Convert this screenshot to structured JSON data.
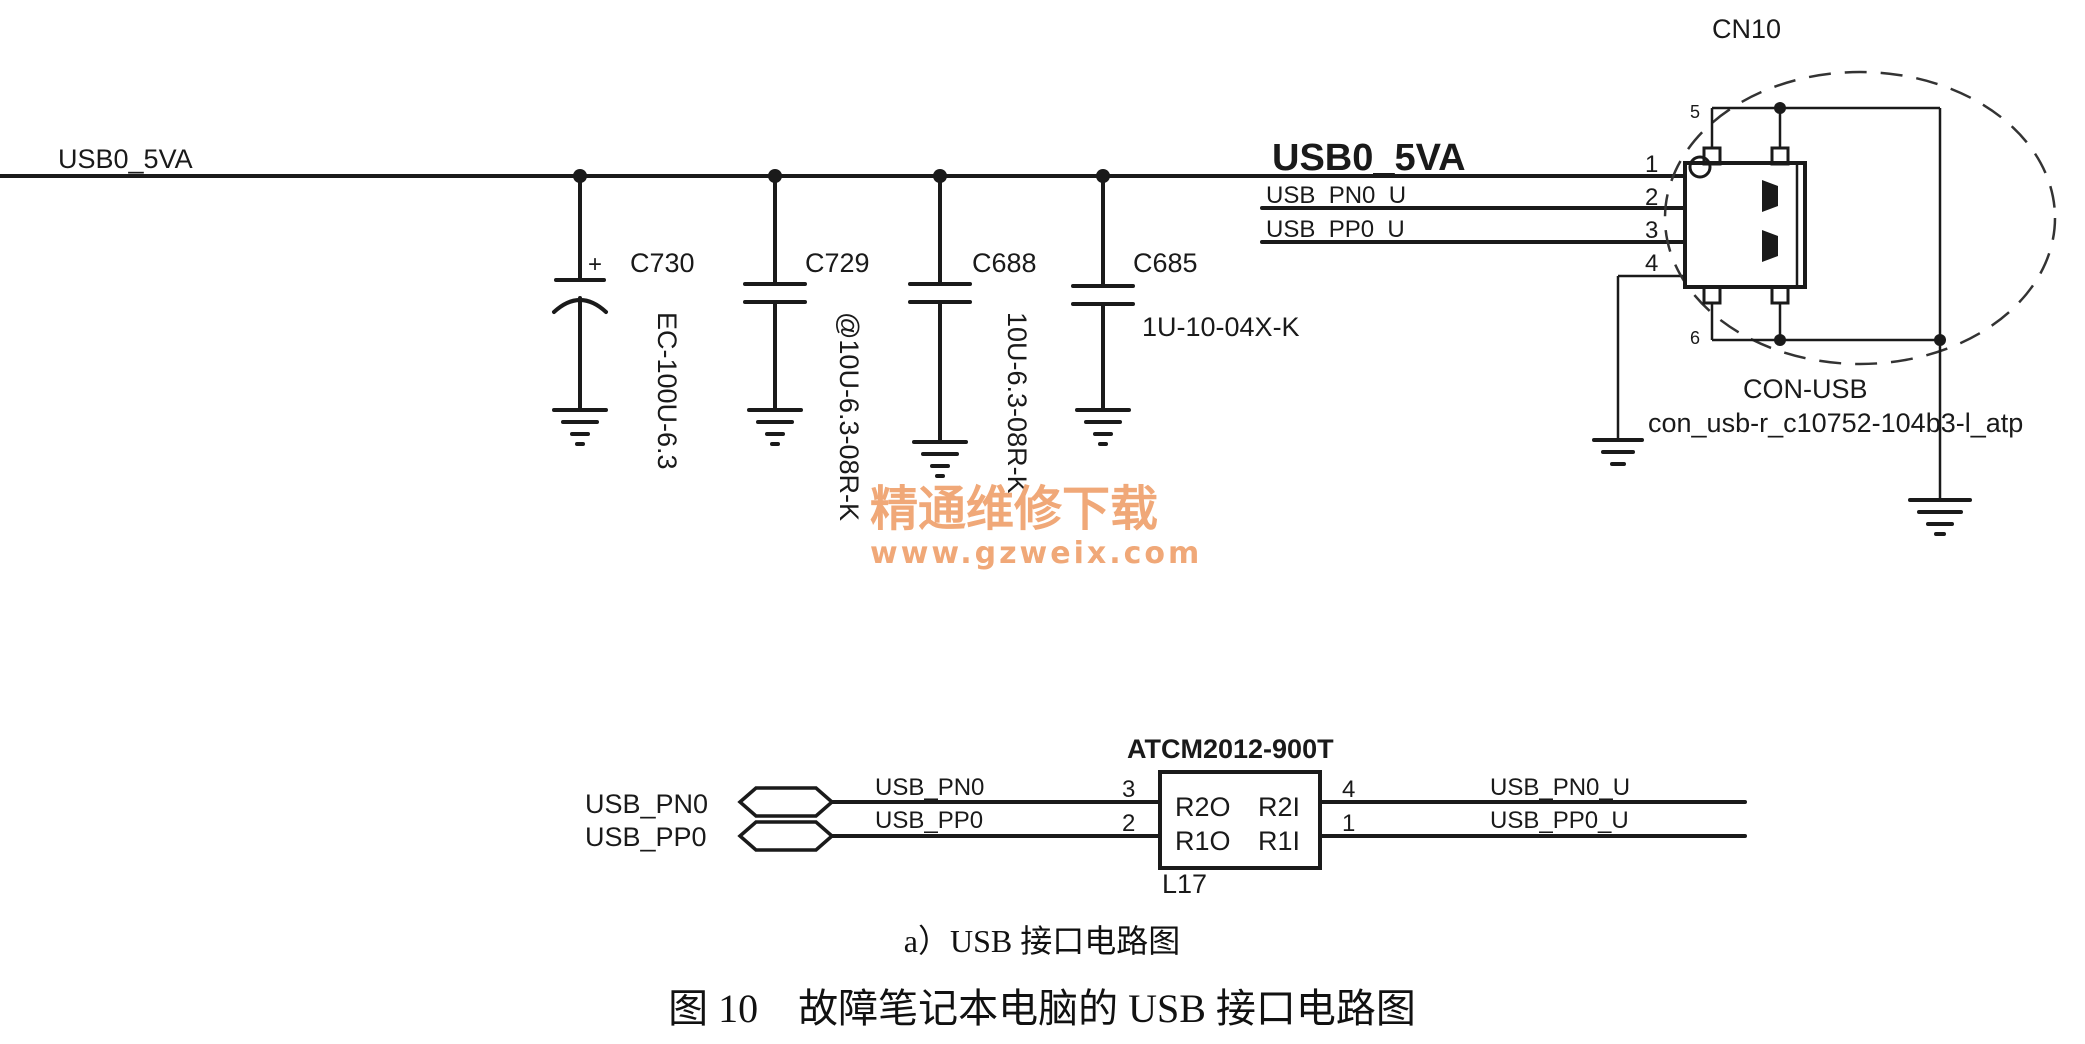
{
  "net_label_left": "USB0_5VA",
  "net_label_bus": "USB0_5VA",
  "capacitors": [
    {
      "ref": "C730",
      "value": "EC-100U-6.3",
      "polarized": true
    },
    {
      "ref": "C729",
      "value": "@10U-6.3-08R-K",
      "polarized": false
    },
    {
      "ref": "C688",
      "value": "10U-6.3-08R-K",
      "polarized": false
    },
    {
      "ref": "C685",
      "value": "1U-10-04X-K",
      "polarized": false
    }
  ],
  "connector": {
    "ref": "CN10",
    "type": "CON-USB",
    "footprint": "con_usb-r_c10752-104b3-l_atp",
    "pins": [
      "1",
      "2",
      "3",
      "4",
      "5",
      "6"
    ],
    "signals": [
      "USB_PN0_U",
      "USB_PP0_U"
    ]
  },
  "choke": {
    "part": "ATCM2012-900T",
    "ref": "L17",
    "pin_labels": [
      "R2O",
      "R2I",
      "R1O",
      "R1I"
    ],
    "pins": [
      "3",
      "2",
      "4",
      "1"
    ]
  },
  "bottom_nets": {
    "in_ports": [
      "USB_PN0",
      "USB_PP0"
    ],
    "in_wires": [
      "USB_PN0",
      "USB_PP0"
    ],
    "out_wires": [
      "USB_PN0_U",
      "USB_PP0_U"
    ]
  },
  "subcaption": "a）USB 接口电路图",
  "caption": "图 10　故障笔记本电脑的 USB 接口电路图",
  "watermark": {
    "cn": "精通维修下载",
    "url": "www.gzweix.com",
    "color": "#f0a878"
  }
}
